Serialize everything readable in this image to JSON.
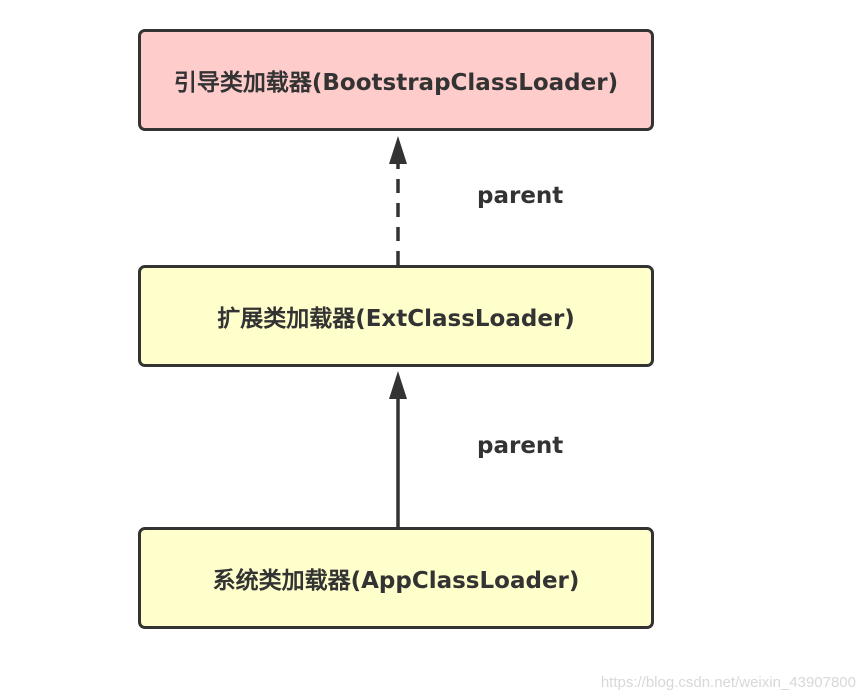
{
  "nodes": {
    "bootstrap": {
      "label": "引导类加载器(BootstrapClassLoader)",
      "fill": "#ffcccc"
    },
    "ext": {
      "label": "扩展类加载器(ExtClassLoader)",
      "fill": "#ffffcc"
    },
    "app": {
      "label": "系统类加载器(AppClassLoader)",
      "fill": "#ffffcc"
    }
  },
  "edges": [
    {
      "from": "ext",
      "to": "bootstrap",
      "label": "parent",
      "style": "dashed"
    },
    {
      "from": "app",
      "to": "ext",
      "label": "parent",
      "style": "solid"
    }
  ],
  "colors": {
    "stroke": "#333333"
  },
  "watermark": "https://blog.csdn.net/weixin_43907800"
}
